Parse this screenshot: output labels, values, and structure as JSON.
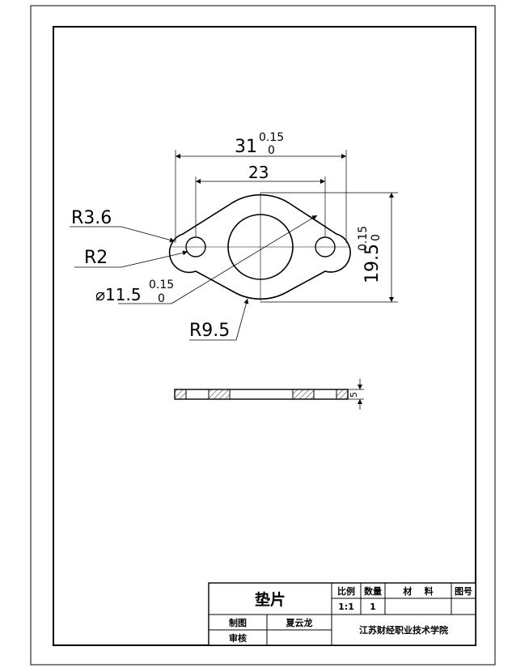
{
  "drawing": {
    "dimensions": {
      "overall_width": {
        "value": "31",
        "upper_tol": "0.15",
        "lower_tol": "0"
      },
      "hole_spacing": "23",
      "overall_height": {
        "value": "19.5",
        "upper_tol": "0.15",
        "lower_tol": "0"
      },
      "lobe_radius": "R3.6",
      "hole_radius": "R2",
      "center_hole_diameter": {
        "value": "⌀11.5",
        "upper_tol": "0.15",
        "lower_tol": "0"
      },
      "body_radius": "R9.5",
      "thickness": "5"
    }
  },
  "title_block": {
    "part_name": "垫片",
    "scale_label": "比例",
    "quantity_label": "数量",
    "material_label": "材    料",
    "drawing_no_label": "图号",
    "scale_value": "1:1",
    "quantity_value": "1",
    "drawn_by_label": "制图",
    "drawn_by_name": "夏云龙",
    "checked_by_label": "审核",
    "institution": "江苏财经职业技术学院"
  }
}
